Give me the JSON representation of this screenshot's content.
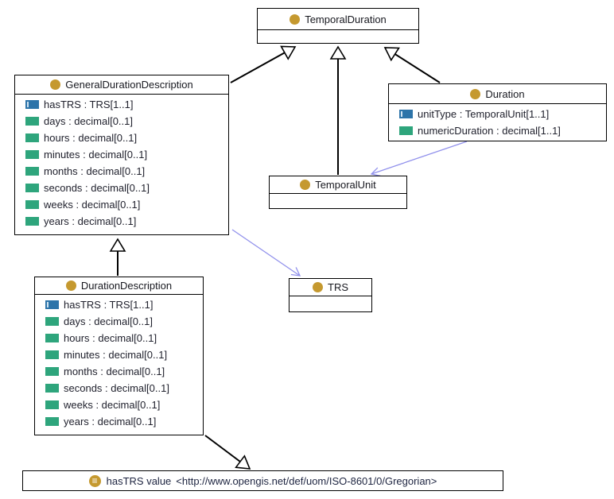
{
  "diagram": {
    "classes": {
      "temporal_duration": {
        "name": "TemporalDuration",
        "attributes": []
      },
      "general_duration_description": {
        "name": "GeneralDurationDescription",
        "attributes": [
          {
            "kind": "object-property",
            "text": "hasTRS : TRS[1..1]"
          },
          {
            "kind": "data-property",
            "text": "days : decimal[0..1]"
          },
          {
            "kind": "data-property",
            "text": "hours : decimal[0..1]"
          },
          {
            "kind": "data-property",
            "text": "minutes : decimal[0..1]"
          },
          {
            "kind": "data-property",
            "text": "months : decimal[0..1]"
          },
          {
            "kind": "data-property",
            "text": "seconds : decimal[0..1]"
          },
          {
            "kind": "data-property",
            "text": "weeks : decimal[0..1]"
          },
          {
            "kind": "data-property",
            "text": "years : decimal[0..1]"
          }
        ]
      },
      "duration": {
        "name": "Duration",
        "attributes": [
          {
            "kind": "object-property",
            "text": "unitType : TemporalUnit[1..1]"
          },
          {
            "kind": "data-property",
            "text": "numericDuration : decimal[1..1]"
          }
        ]
      },
      "temporal_unit": {
        "name": "TemporalUnit",
        "attributes": []
      },
      "duration_description": {
        "name": "DurationDescription",
        "attributes": [
          {
            "kind": "object-property",
            "text": "hasTRS : TRS[1..1]"
          },
          {
            "kind": "data-property",
            "text": "days : decimal[0..1]"
          },
          {
            "kind": "data-property",
            "text": "hours : decimal[0..1]"
          },
          {
            "kind": "data-property",
            "text": "minutes : decimal[0..1]"
          },
          {
            "kind": "data-property",
            "text": "months : decimal[0..1]"
          },
          {
            "kind": "data-property",
            "text": "seconds : decimal[0..1]"
          },
          {
            "kind": "data-property",
            "text": "weeks : decimal[0..1]"
          },
          {
            "kind": "data-property",
            "text": "years : decimal[0..1]"
          }
        ]
      },
      "trs": {
        "name": "TRS",
        "attributes": []
      }
    },
    "annotation": {
      "label": "hasTRS value",
      "value": "<http://www.opengis.net/def/uom/ISO-8601/0/Gregorian>"
    },
    "edges": [
      {
        "from": "GeneralDurationDescription",
        "to": "TemporalDuration",
        "type": "subclass-of"
      },
      {
        "from": "TemporalUnit",
        "to": "TemporalDuration",
        "type": "subclass-of"
      },
      {
        "from": "Duration",
        "to": "TemporalDuration",
        "type": "subclass-of"
      },
      {
        "from": "DurationDescription",
        "to": "GeneralDurationDescription",
        "type": "subclass-of"
      },
      {
        "from": "DurationDescription",
        "to": "hasTRS-value-restriction",
        "type": "restriction"
      },
      {
        "from": "Duration",
        "to": "TemporalUnit",
        "type": "association"
      },
      {
        "from": "GeneralDurationDescription",
        "to": "TRS",
        "type": "association"
      }
    ],
    "colors": {
      "class_icon": "#c5992f",
      "object_property_icon": "#2d74a9",
      "data_property_icon": "#2ea57c",
      "association_line": "#9191ec",
      "inheritance_line": "#000000",
      "text": "#21222e"
    }
  }
}
